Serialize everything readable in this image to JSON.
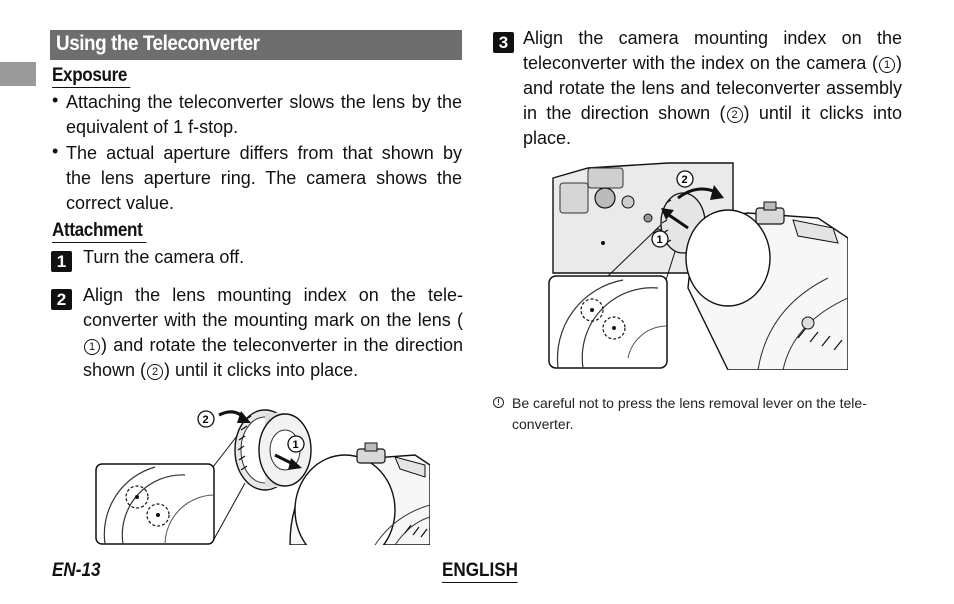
{
  "section_title": "Using the Teleconverter",
  "exposure": {
    "heading": "Exposure",
    "bullets": [
      "Attaching the teleconverter slows the lens by the equivalent of 1 f-stop.",
      "The actual aperture differs from that shown by the lens aperture ring. The camera shows the correct value."
    ]
  },
  "attachment": {
    "heading": "Attachment",
    "step1": {
      "num": "1",
      "text": "Turn the camera off."
    },
    "step2": {
      "num": "2",
      "part1": "Align the lens mounting index on the tele-converter with the mounting mark on the lens (",
      "part2": ") and rotate the teleconverter in the direction shown (",
      "part3": ") until it clicks into place."
    },
    "step3": {
      "num": "3",
      "part1": "Align the camera mounting index on the teleconverter with the index on the camera (",
      "part2": ") and rotate the lens and teleconverter assembly in the direction shown (",
      "part3": ") until it clicks into place."
    }
  },
  "callouts": {
    "one": "1",
    "two": "2"
  },
  "caution": "Be careful not to press the lens removal lever on the tele-converter.",
  "caution_icon": "caution-icon",
  "footer": {
    "page": "EN-13",
    "language": "ENGLISH"
  }
}
